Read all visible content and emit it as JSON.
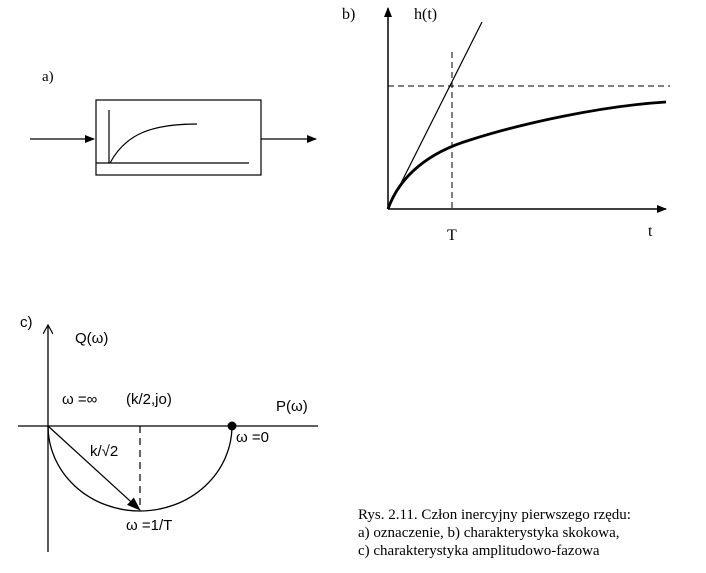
{
  "panel_a": {
    "label": "a)"
  },
  "panel_b": {
    "label": "b)",
    "y_axis_label": "h(t)",
    "x_axis_label": "t",
    "time_constant_label": "T"
  },
  "panel_c": {
    "label": "c)",
    "y_axis_label": "Q(ω)",
    "x_axis_label": "P(ω)",
    "omega_infinity_label": "ω =∞",
    "omega_infinity_point": "(k/2,jo)",
    "omega_zero_label": "ω =0",
    "radius_label": "k/√2",
    "omega_1_over_T_label": "ω =1/T"
  },
  "caption": {
    "line1": "Rys. 2.11. Człon inercyjny pierwszego rzędu:",
    "line2": "a)  oznaczenie,  b) charakterystyka  skokowa,",
    "line3": "c) charakterystyka amplitudowo-fazowa"
  }
}
